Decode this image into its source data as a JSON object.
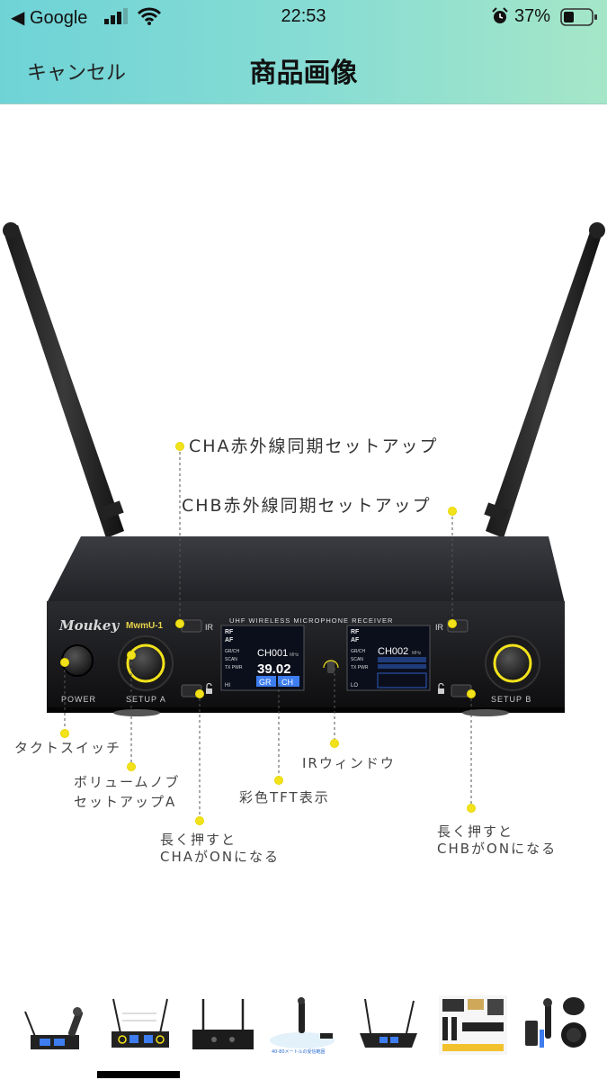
{
  "status_bar": {
    "back_app": "◀ Google",
    "time": "22:53",
    "battery_percent": "37%",
    "battery_level": 0.37
  },
  "nav": {
    "cancel_label": "キャンセル",
    "title": "商品画像"
  },
  "device": {
    "brand": "Moukey",
    "model": "MwmU-1",
    "panel_title": "UHF WIRELESS MICROPHONE RECEIVER",
    "ir_label": "IR",
    "power_label": "POWER",
    "setup_a_label": "SETUP A",
    "setup_b_label": "SETUP B",
    "screen_a": {
      "rf": "RF",
      "af": "AF",
      "menu": [
        "GR/CH",
        "SCAN",
        "TX PWR"
      ],
      "channel": "CH001",
      "unit": "MHz",
      "frequency": "39.02",
      "tags": [
        "GR",
        "CH"
      ],
      "level": "HI"
    },
    "screen_b": {
      "rf": "RF",
      "af": "AF",
      "menu": [
        "GR/CH",
        "SCAN",
        "TX PWR"
      ],
      "channel": "CH002",
      "unit": "MHz",
      "level": "LO"
    }
  },
  "callouts": {
    "cha_ir": "CHA赤外線同期セットアップ",
    "chb_ir": "CHB赤外線同期セットアップ",
    "tact_switch": "タクトスイッチ",
    "volume_knob_line1": "ボリュームノブ",
    "volume_knob_line2": "セットアップA",
    "ir_window": "IRウィンドウ",
    "tft_display": "彩色TFT表示",
    "long_press_a_line1": "長く押すと",
    "long_press_a_line2": "CHAがONになる",
    "long_press_b_line1": "長く押すと",
    "long_press_b_line2": "CHBがONになる"
  },
  "thumbnails": {
    "selected_index": 1,
    "thumb4_caption": "40-80メートルの受信範囲"
  },
  "colors": {
    "header_gradient_start": "#6fd3d6",
    "header_gradient_end": "#a5e6c8",
    "accent_yellow": "#f2e21b",
    "device_body": "#1e1f22",
    "screen_blue": "#3d7df0"
  }
}
